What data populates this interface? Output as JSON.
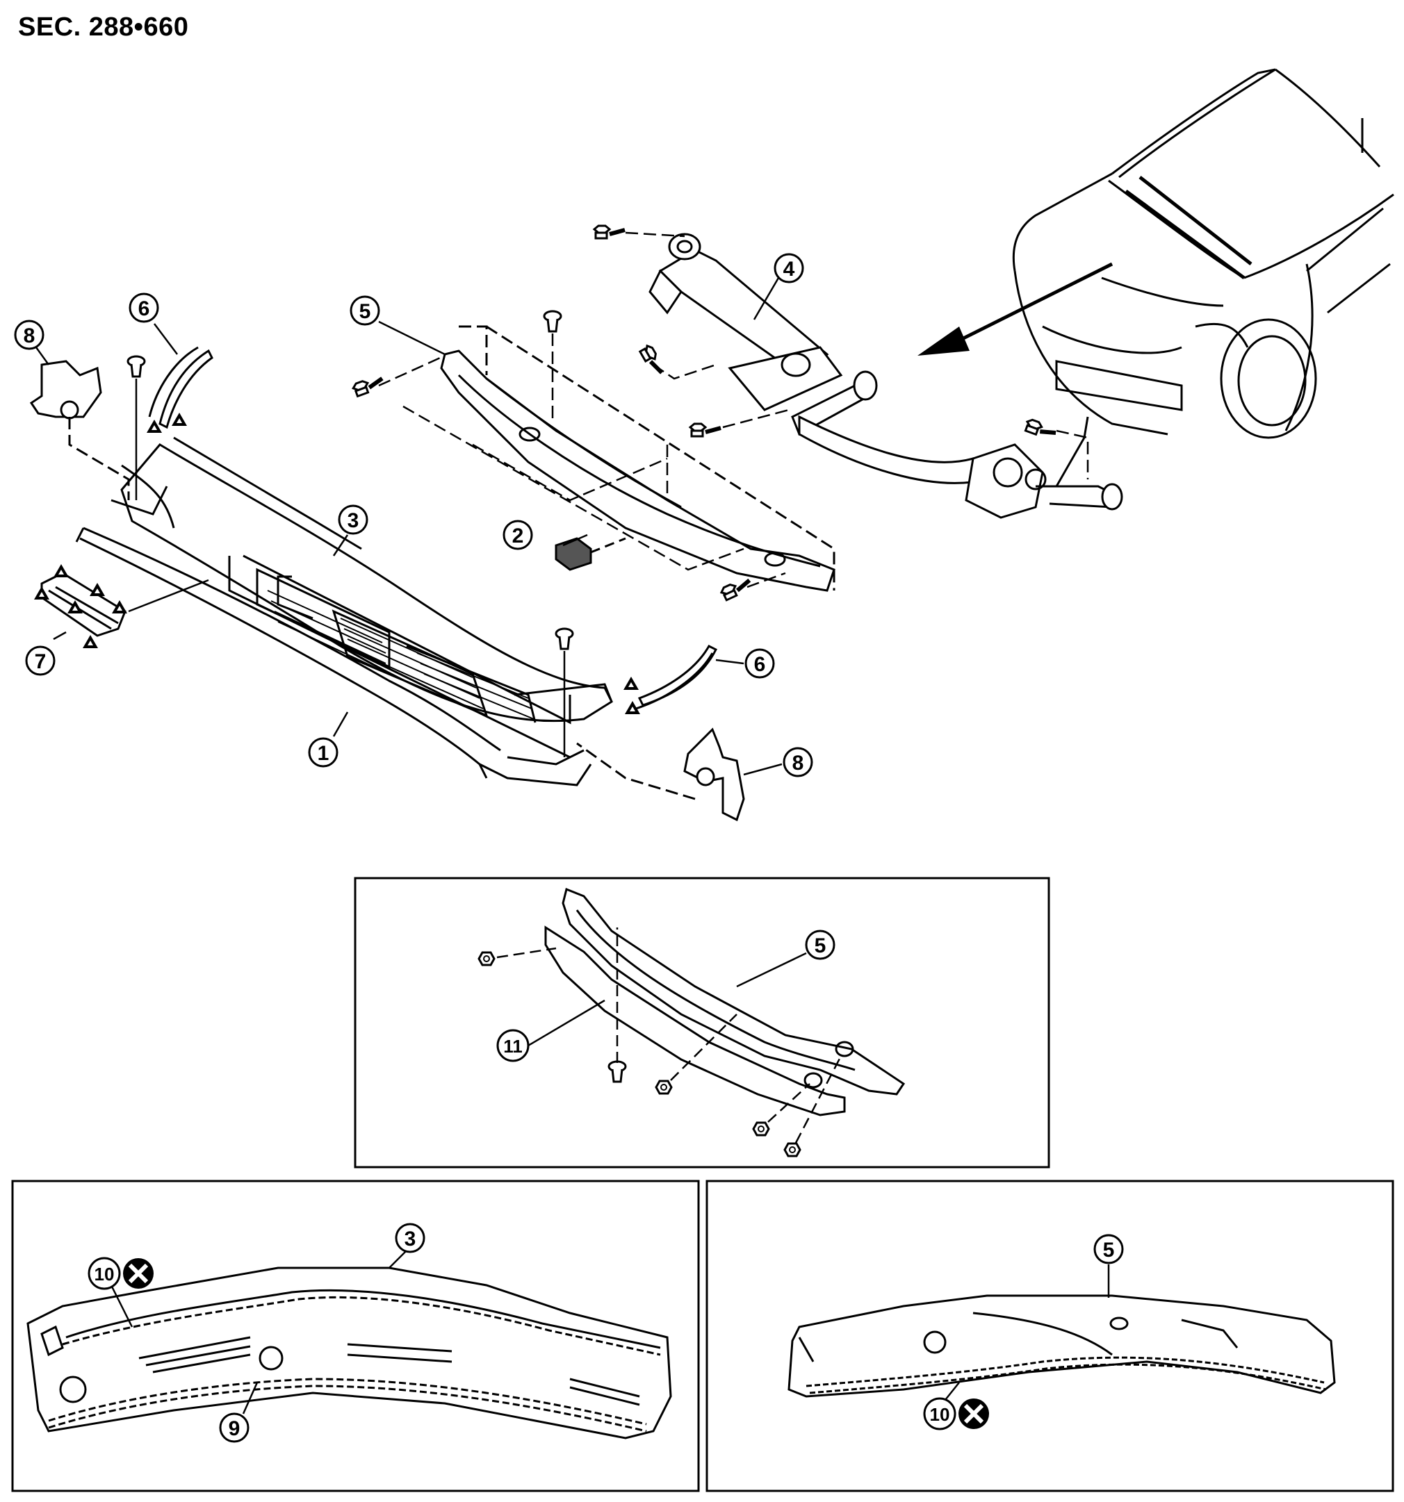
{
  "section_code": "SEC. 288•660",
  "callouts": {
    "c1": "1",
    "c2": "2",
    "c3": "3",
    "c4": "4",
    "c5": "5",
    "c6": "6",
    "c7": "7",
    "c8": "8",
    "c9": "9",
    "c10": "10",
    "c11": "11"
  },
  "symbols": {
    "do_not_reuse": "do-not-reuse-icon",
    "clip_pawl": "clip-pawl-icon"
  },
  "colors": {
    "line": "#000000",
    "background": "#ffffff"
  }
}
